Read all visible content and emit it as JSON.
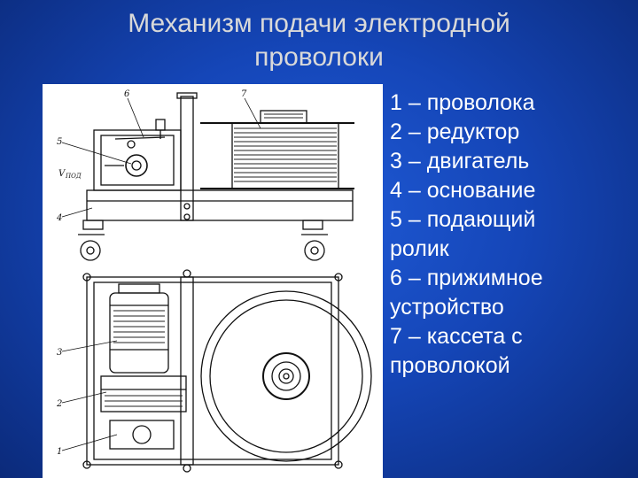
{
  "slide": {
    "title_line1": "Механизм подачи электродной",
    "title_line2": "проволоки",
    "legend": [
      "1 – проволока",
      "2 – редуктор",
      "3 – двигатель",
      "4 – основание",
      "5 – подающий",
      "ролик",
      "6 – прижимное",
      "устройство",
      "7 – кассета с",
      "проволокой"
    ],
    "figure_labels": {
      "n6": "6",
      "n7": "7",
      "n5": "5",
      "v": "V",
      "v_sub": "ПОД",
      "n4": "4",
      "n3": "3",
      "n2": "2",
      "n1": "1"
    }
  }
}
